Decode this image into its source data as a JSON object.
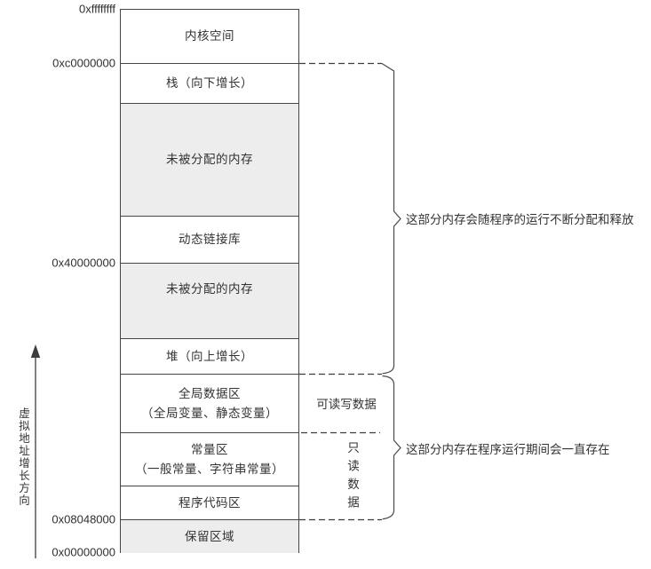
{
  "diagram": {
    "title_hint": "process-virtual-address-space-layout",
    "addresses": [
      {
        "value": "0xffffffff"
      },
      {
        "value": "0xc0000000"
      },
      {
        "value": "0x40000000"
      },
      {
        "value": "0x08048000"
      },
      {
        "value": "0x00000000"
      }
    ],
    "sections": [
      {
        "label": "内核空间"
      },
      {
        "label": "栈（向下增长）"
      },
      {
        "label": "未被分配的内存"
      },
      {
        "label": "动态链接库"
      },
      {
        "label": "未被分配的内存"
      },
      {
        "label": "堆（向上增长）"
      },
      {
        "label": "全局数据区",
        "sub": "（全局变量、静态变量）"
      },
      {
        "label": "常量区",
        "sub": "（一般常量、字符串常量）"
      },
      {
        "label": "程序代码区"
      },
      {
        "label": "保留区域"
      }
    ],
    "left_axis_label": "虚拟地址增长方向",
    "annotations": {
      "readwrite": "可读写数据",
      "readonly": "只读数据",
      "dynamic_region": "这部分内存会随程序的运行不断分配和释放",
      "persistent_region": "这部分内存在程序运行期间会一直存在"
    },
    "colors": {
      "unallocated_fill": "#ededed",
      "line": "#3d3d3d",
      "text": "#333333"
    }
  }
}
